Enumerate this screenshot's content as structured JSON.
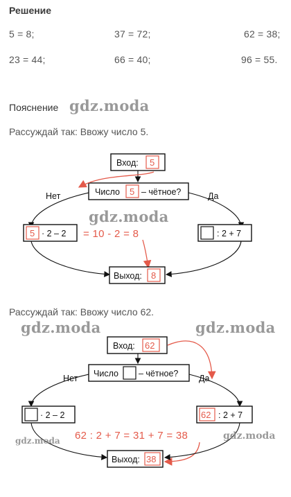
{
  "solution": {
    "heading": "Решение",
    "rows": [
      [
        "5 = 8;",
        "37 = 72;",
        "62 = 38;"
      ],
      [
        "23 = 44;",
        "66 = 40;",
        "96 = 55."
      ]
    ]
  },
  "explanation": {
    "heading": "Пояснение",
    "watermark": "gdz.moda",
    "intro1": "Рассуждай так: Ввожу число 5.",
    "intro2": "Рассуждай так: Ввожу число 62."
  },
  "diagram1": {
    "input_label": "Вход:",
    "input_value": "5",
    "question_prefix": "Число",
    "question_value": "5",
    "question_suffix": "– чётное?",
    "no_label": "Нет",
    "yes_label": "Да",
    "left_value": "5",
    "left_op": "· 2 – 2",
    "right_op": ": 2 + 7",
    "calc": "= 10 - 2 = 8",
    "output_label": "Выход:",
    "output_value": "8",
    "watermark": "gdz.moda"
  },
  "diagram2": {
    "input_label": "Вход:",
    "input_value": "62",
    "question_prefix": "Число",
    "question_suffix": "– чётное?",
    "no_label": "Нет",
    "yes_label": "Да",
    "left_op": "· 2 – 2",
    "right_value": "62",
    "right_op": ": 2 + 7",
    "calc": "62 : 2 + 7 = 31 + 7 = 38",
    "output_label": "Выход:",
    "output_value": "38",
    "watermarks": [
      "gdz.moda",
      "gdz.moda",
      "gdz.moda",
      "gdz.moda"
    ]
  },
  "colors": {
    "accent": "#e45a4a",
    "text": "#555555",
    "watermark": "#888888"
  }
}
